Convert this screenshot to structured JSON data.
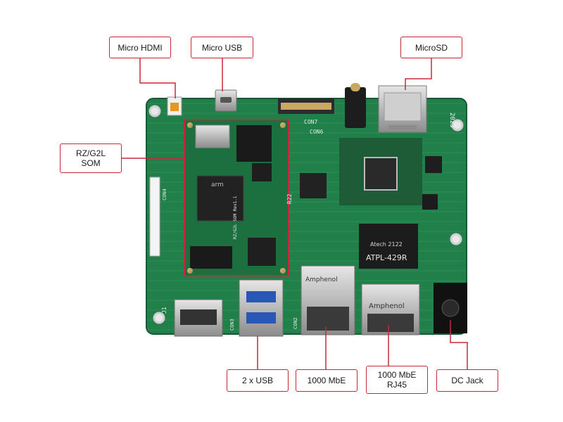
{
  "callouts": {
    "micro_hdmi": "Micro HDMI",
    "micro_usb": "Micro USB",
    "microsd": "MicroSD",
    "som": "RZ/G2L\nSOM",
    "usb2": "2 x USB",
    "gbe": "1000 MbE",
    "gbe_rj45": "1000 MbE\nRJ45",
    "dc_jack": "DC Jack"
  },
  "board_markings": {
    "con7": "CON7",
    "con6": "CON6",
    "con2": "CON2",
    "con3": "CON3",
    "con4": "CON4",
    "j1": "J1",
    "r22": "R22",
    "amphenol_1": "Amphenol",
    "amphenol_2": "Amphenol",
    "magnetics": "ATPL-429R",
    "magnetics_code": "Atech 2122",
    "som_label": "RZ/G2L SOM Rev1.1",
    "arm_chip": "arm",
    "rev_code": "2023"
  },
  "colors": {
    "accent": "#c8283a",
    "pcb": "#1f7a45",
    "pcb_dark": "#16603a"
  }
}
